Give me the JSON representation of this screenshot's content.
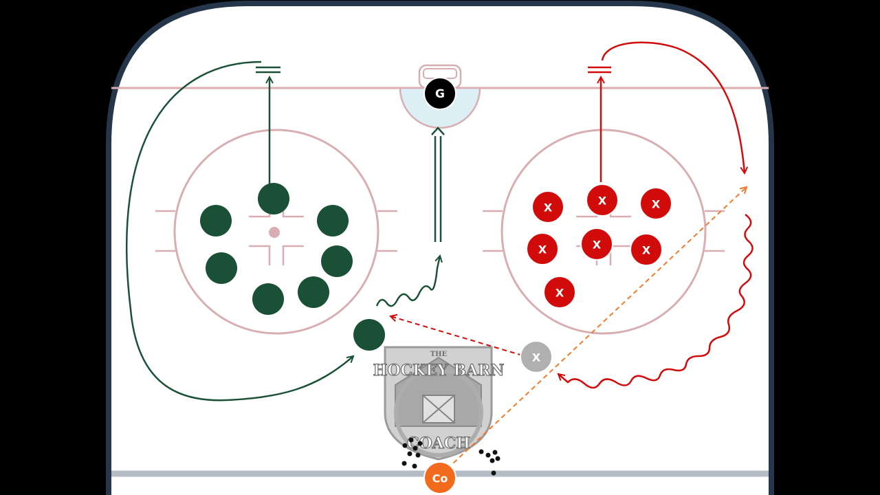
{
  "colors": {
    "background": "#000000",
    "ice": "#ffffff",
    "boards": "#25364a",
    "red_line": "#d8aeb2",
    "crease": "#dceff5",
    "green_team": "#1a5136",
    "red_team": "#d10a0a",
    "orange_pass": "#f07a2a",
    "coach": "#f26a1b",
    "neutral": "#b0b0b0",
    "goalie": "#000000",
    "bottom_line": "#b4bcc6"
  },
  "tokens": {
    "goalie": "G",
    "red_player": "X",
    "neutral_player": "X",
    "coach": "Co"
  },
  "logo": {
    "line1": "THE",
    "line2": "HOCKEY BARN",
    "line3": "COACH"
  },
  "legend_icons": [
    "stop-icon",
    "forward-skate-arrow",
    "backward-skate-arrow",
    "pass-arrow",
    "shot-arrow"
  ]
}
